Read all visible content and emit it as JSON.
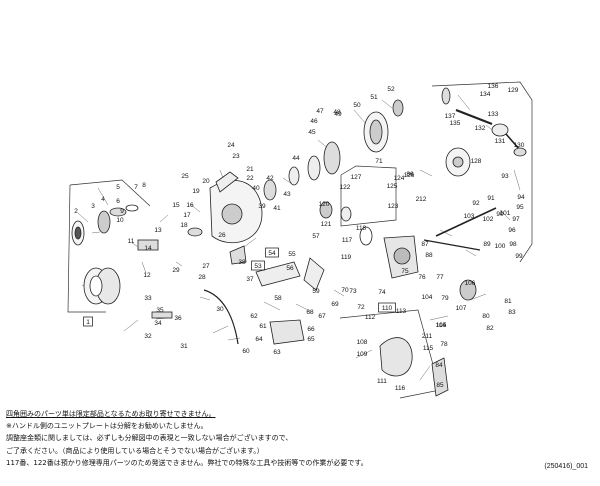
{
  "notes": [
    "四角囲みのパーツ単は限定部品となるためお取り寄せできません。",
    "※ハンドル側のユニットプレートは分解をお勧めいたしません。",
    "調整座金類に関しましては、必ずしも分解図中の表現と一致しない場合がございますので、",
    "ご了承ください。（商品により使用している場合とそうでない場合がございます。）",
    "117番、122番は預かり修理専用パーツのため発送できません。弊社での特殊な工具や技術等での作業が必要です。"
  ],
  "doc_code": "(250416)_001",
  "part_labels": [
    "1",
    "2",
    "3",
    "4",
    "5",
    "6",
    "7",
    "8",
    "9",
    "10",
    "11",
    "12",
    "13",
    "14",
    "15",
    "16",
    "17",
    "18",
    "19",
    "20",
    "21",
    "22",
    "23",
    "24",
    "25",
    "26",
    "27",
    "28",
    "29",
    "30",
    "31",
    "32",
    "33",
    "34",
    "35",
    "36",
    "37",
    "38",
    "39",
    "40",
    "41",
    "42",
    "43",
    "44",
    "45",
    "46",
    "47",
    "48",
    "49",
    "50",
    "51",
    "52",
    "53",
    "54",
    "55",
    "56",
    "57",
    "58",
    "59",
    "60",
    "61",
    "62",
    "63",
    "64",
    "65",
    "66",
    "67",
    "68",
    "69",
    "70",
    "71",
    "72",
    "73",
    "74",
    "75",
    "76",
    "77",
    "78",
    "79",
    "80",
    "81",
    "82",
    "83",
    "84",
    "85",
    "86",
    "87",
    "88",
    "89",
    "90",
    "91",
    "92",
    "93",
    "94",
    "95",
    "96",
    "97",
    "98",
    "99",
    "100",
    "101",
    "102",
    "103",
    "104",
    "105",
    "106",
    "107",
    "108",
    "109",
    "110",
    "111",
    "112",
    "113",
    "114",
    "115",
    "116",
    "117",
    "118",
    "119",
    "120",
    "121",
    "122",
    "123",
    "124",
    "125",
    "126",
    "127",
    "128",
    "129",
    "130",
    "131",
    "132",
    "133",
    "134",
    "135",
    "136",
    "137",
    "211",
    "212"
  ],
  "boxed_parts": [
    "1",
    "53",
    "54",
    "110"
  ]
}
